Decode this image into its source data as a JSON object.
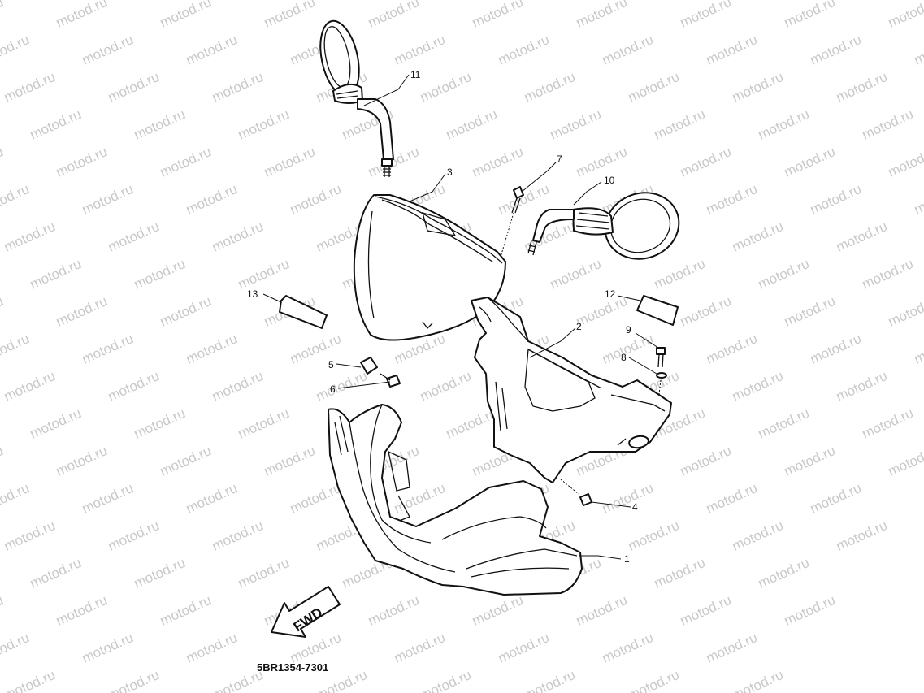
{
  "diagram": {
    "watermark": "motod.ru",
    "drawing_code": "5BR1354-7301",
    "fwd_label": "FWD",
    "callouts": [
      {
        "id": "c1",
        "text": "1"
      },
      {
        "id": "c2",
        "text": "2"
      },
      {
        "id": "c3",
        "text": "3"
      },
      {
        "id": "c4",
        "text": "4"
      },
      {
        "id": "c5",
        "text": "5"
      },
      {
        "id": "c6",
        "text": "6"
      },
      {
        "id": "c7",
        "text": "7"
      },
      {
        "id": "c8",
        "text": "8"
      },
      {
        "id": "c9",
        "text": "9"
      },
      {
        "id": "c10",
        "text": "10"
      },
      {
        "id": "c11",
        "text": "11"
      },
      {
        "id": "c12",
        "text": "12"
      },
      {
        "id": "c13",
        "text": "13"
      }
    ]
  }
}
